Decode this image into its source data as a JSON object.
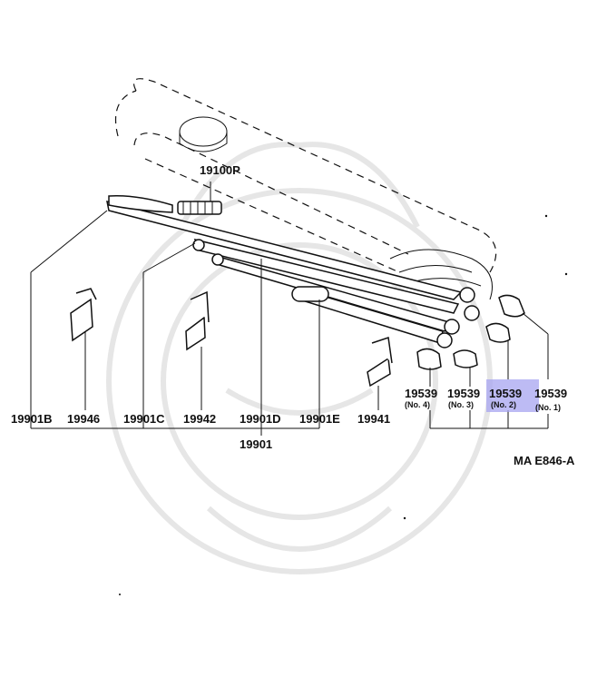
{
  "callouts": {
    "p19100P": "19100P",
    "p19901B": "19901B",
    "p19946": "19946",
    "p19901C": "19901C",
    "p19942": "19942",
    "p19901D": "19901D",
    "p19901E": "19901E",
    "p19941": "19941",
    "p19901": "19901",
    "p19539_no4": "19539",
    "p19539_no4_sub": "(No. 4)",
    "p19539_no3": "19539",
    "p19539_no3_sub": "(No. 3)",
    "p19539_no2": "19539",
    "p19539_no2_sub": "(No. 2)",
    "p19539_no1": "19539",
    "p19539_no1_sub": "(No. 1)"
  },
  "figure_code": "MA E846-A",
  "colors": {
    "highlight": "#a7a4f0",
    "ink": "#111111",
    "watermark": "#e6e6e6"
  }
}
